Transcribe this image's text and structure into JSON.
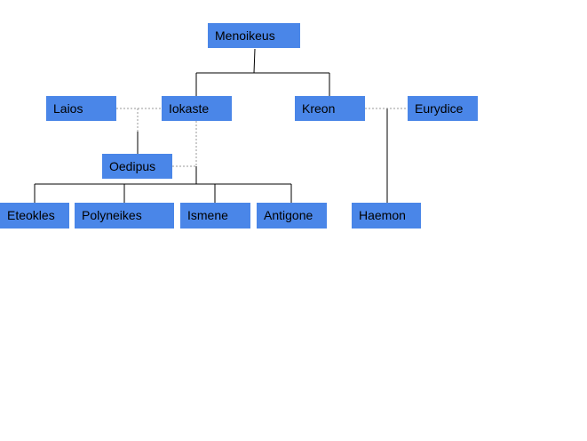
{
  "family_tree": {
    "nodes": {
      "menoikeus": "Menoikeus",
      "laios": "Laios",
      "iokaste": "Iokaste",
      "kreon": "Kreon",
      "eurydice": "Eurydice",
      "oedipus": "Oedipus",
      "eteokles": "Eteokles",
      "polyneikes": "Polyneikes",
      "ismene": "Ismene",
      "antigone": "Antigone",
      "haemon": "Haemon"
    },
    "colors": {
      "node_fill": "#4a86e8",
      "node_text": "#000000",
      "solid_line": "#000000",
      "dotted_line": "#999999"
    }
  }
}
